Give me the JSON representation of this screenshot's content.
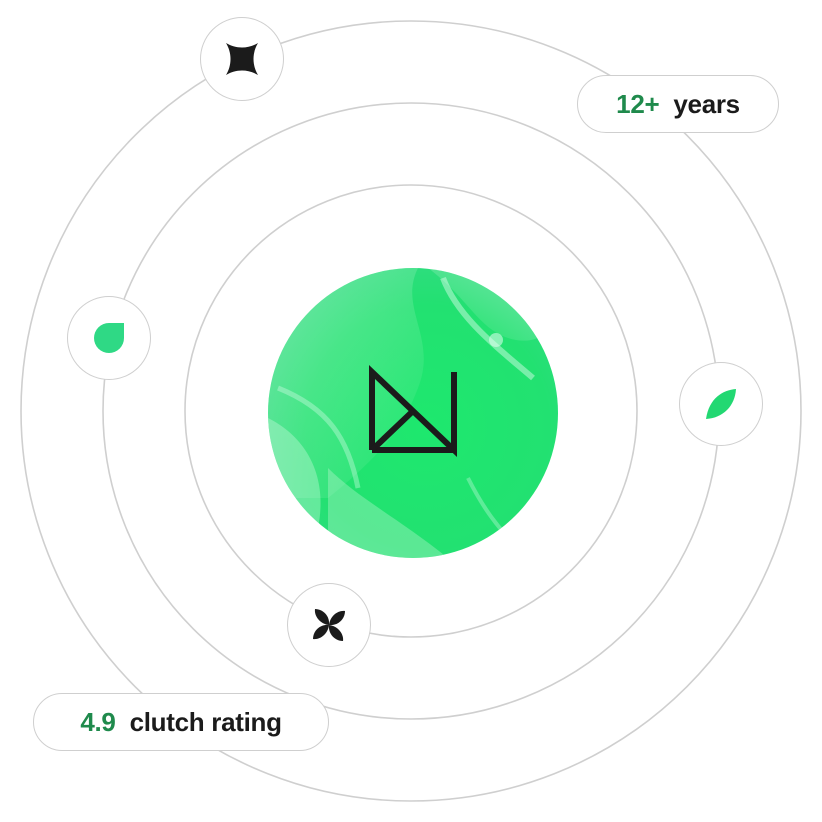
{
  "theme": {
    "accent": "#1ee06a",
    "accent_dark": "#1f8a4c",
    "ink": "#1b1b1b",
    "orbit_line": "#cfcfcf"
  },
  "center": {
    "icon": "monogram-logo-icon"
  },
  "stats": {
    "years": {
      "value": "12+",
      "label": "years"
    },
    "rating": {
      "value": "4.9",
      "label": "clutch rating"
    }
  },
  "orbit_icons": [
    "four-petal-star-icon",
    "droplet-icon",
    "leaf-icon",
    "pinwheel-flower-icon"
  ]
}
